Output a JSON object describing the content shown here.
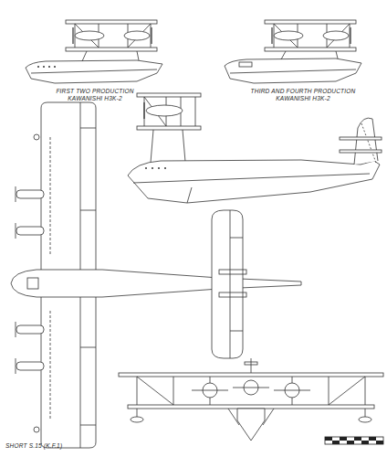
{
  "diagram": {
    "labels": [
      "FIRST TWO PRODUCTION KAWANISHI H3K-2",
      "THIRD AND FOURTH PRODUCTION KAWANISHI H3K-2",
      "SHORT S.15 (K.F.1)"
    ]
  }
}
